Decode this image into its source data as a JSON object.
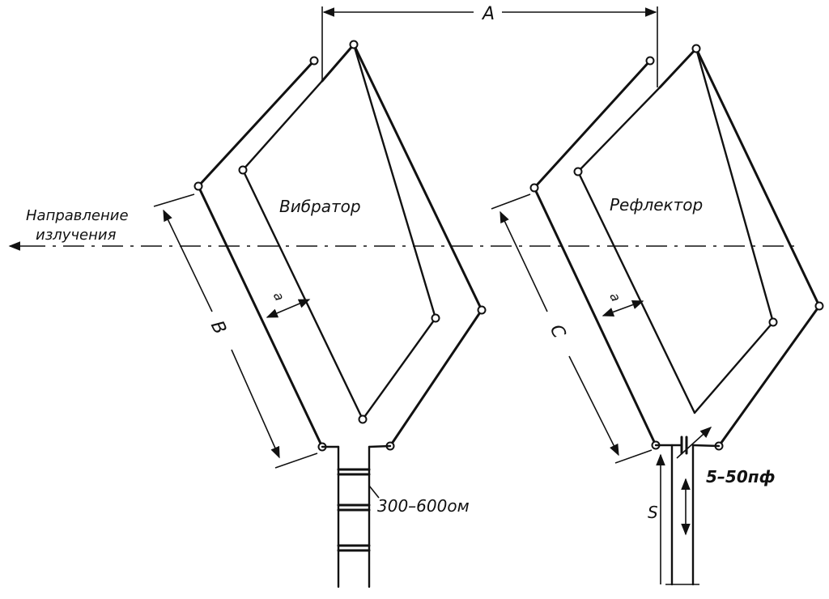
{
  "diagram": {
    "direction_label_line1": "Направление",
    "direction_label_line2": "излучения",
    "vibrator_label": "Вибратор",
    "reflector_label": "Рефлектор",
    "dimension_a": "A",
    "dimension_b": "B",
    "dimension_c": "C",
    "dimension_a_small_vibrator": "a",
    "dimension_a_small_reflector": "a",
    "dimension_s": "S",
    "feeder_impedance": "300–600ом",
    "capacitor_range": "5–50пф"
  }
}
